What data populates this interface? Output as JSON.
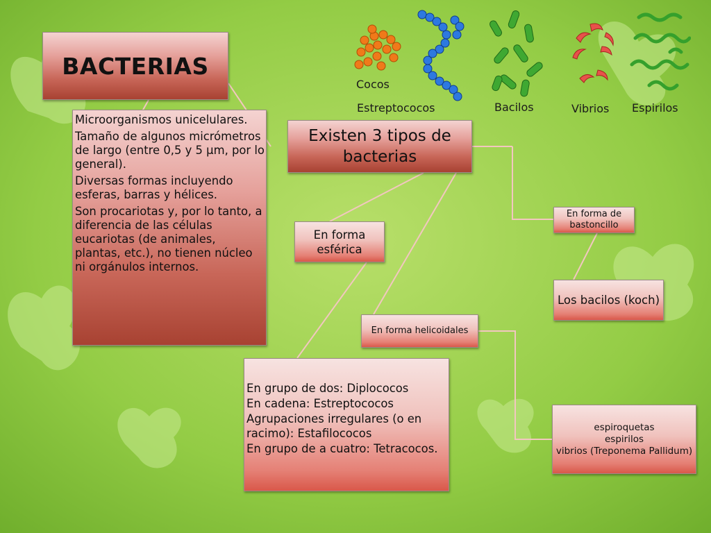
{
  "diagram": {
    "title": "BACTERIAS",
    "description": [
      " Microorganismos unicelulares.",
      " Tamaño de algunos micrómetros de largo (entre 0,5 y 5 μm, por lo general).",
      "Diversas formas incluyendo esferas, barras y hélices.",
      "Son procariotas y, por lo tanto, a diferencia de las células eucariotas (de animales, plantas, etc.), no tienen núcleo ni orgánulos internos."
    ],
    "types_title": "Existen 3 tipos de bacterias",
    "rod_shape": "En forma de bastoncillo",
    "sphere_shape": "En forma esférica",
    "bacilli": "Los bacilos (koch)",
    "helix_shape": "En forma helicoidales",
    "sphere_groups": [
      "En grupo de dos: Diplococos",
      "En cadena: Estreptococos",
      "Agrupaciones irregulares (o en racimo): Estafilococos",
      "En grupo de a cuatro: Tetracocos."
    ],
    "helix_types": [
      "espiroquetas",
      "espirilos",
      "vibrios (Treponema Pallidum)"
    ]
  },
  "illustration": {
    "labels": {
      "cocos": "Cocos",
      "estreptococos": "Estreptococos",
      "bacilos": "Bacilos",
      "vibrios": "Vibrios",
      "espirilos": "Espirilos"
    }
  },
  "colors": {
    "background": "#8cc63f",
    "box_gradient_end": "#d9584a",
    "connector": "#f2c7c0"
  }
}
